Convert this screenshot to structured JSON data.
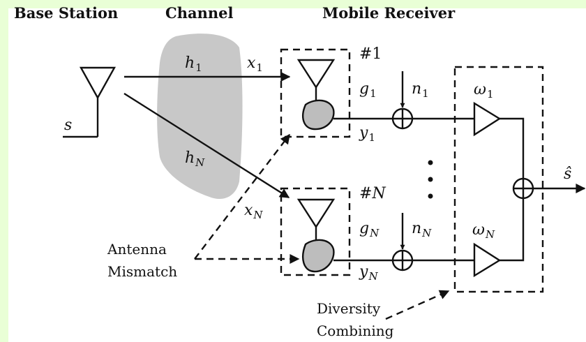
{
  "headers": {
    "base_station": "Base Station",
    "channel": "Channel",
    "mobile_receiver": "Mobile Receiver"
  },
  "signal_labels": {
    "input": "s",
    "h1": "h",
    "h1_sub": "1",
    "hN": "h",
    "hN_sub": "N",
    "x1": "x",
    "x1_sub": "1",
    "xN": "x",
    "xN_sub": "N",
    "g1": "g",
    "g1_sub": "1",
    "gN": "g",
    "gN_sub": "N",
    "n1": "n",
    "n1_sub": "1",
    "nN": "n",
    "nN_sub": "N",
    "y1": "y",
    "y1_sub": "1",
    "yN": "y",
    "yN_sub": "N",
    "w1": "ω",
    "w1_sub": "1",
    "wN": "ω",
    "wN_sub": "N",
    "branch1": "#1",
    "branchN": "#N",
    "output": "ŝ"
  },
  "annotations": {
    "mismatch_line1": "Antenna",
    "mismatch_line2": "Mismatch",
    "combining_line1": "Diversity",
    "combining_line2": "Combining"
  },
  "colors": {
    "background_band": "#e9ffd6",
    "channel_region": "#c8c8c8",
    "gain_blob": "#bdbdbd",
    "line": "#111111"
  }
}
